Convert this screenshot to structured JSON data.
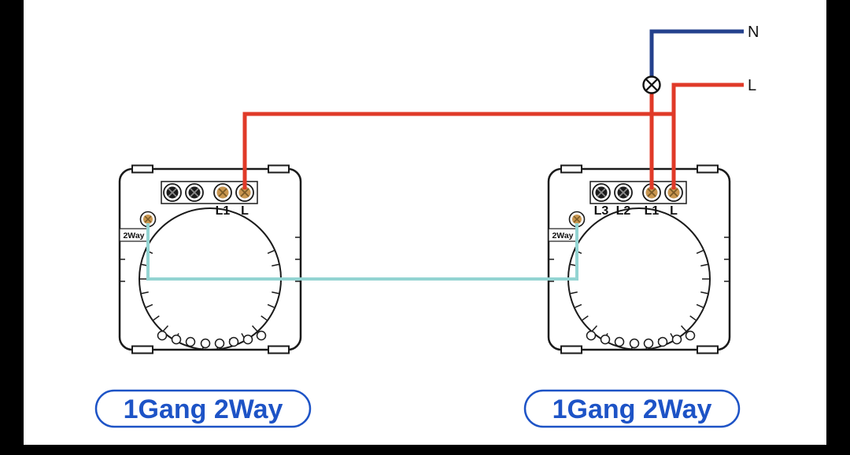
{
  "supply": {
    "neutral_label": "N",
    "live_label": "L"
  },
  "switches": [
    {
      "caption": "1Gang 2Way",
      "two_way_label": "2Way",
      "terminals": [
        "L1",
        "L"
      ]
    },
    {
      "caption": "1Gang 2Way",
      "two_way_label": "2Way",
      "terminals": [
        "L3",
        "L2",
        "L1",
        "L"
      ]
    }
  ],
  "colors": {
    "neutral_wire": "#24418d",
    "live_wire": "#e03a28",
    "traveller_wire": "#93d4d2",
    "caption": "#1d53c6",
    "outline": "#1a1a1a",
    "canvas": "#ffffff",
    "letterbox": "#000000"
  }
}
